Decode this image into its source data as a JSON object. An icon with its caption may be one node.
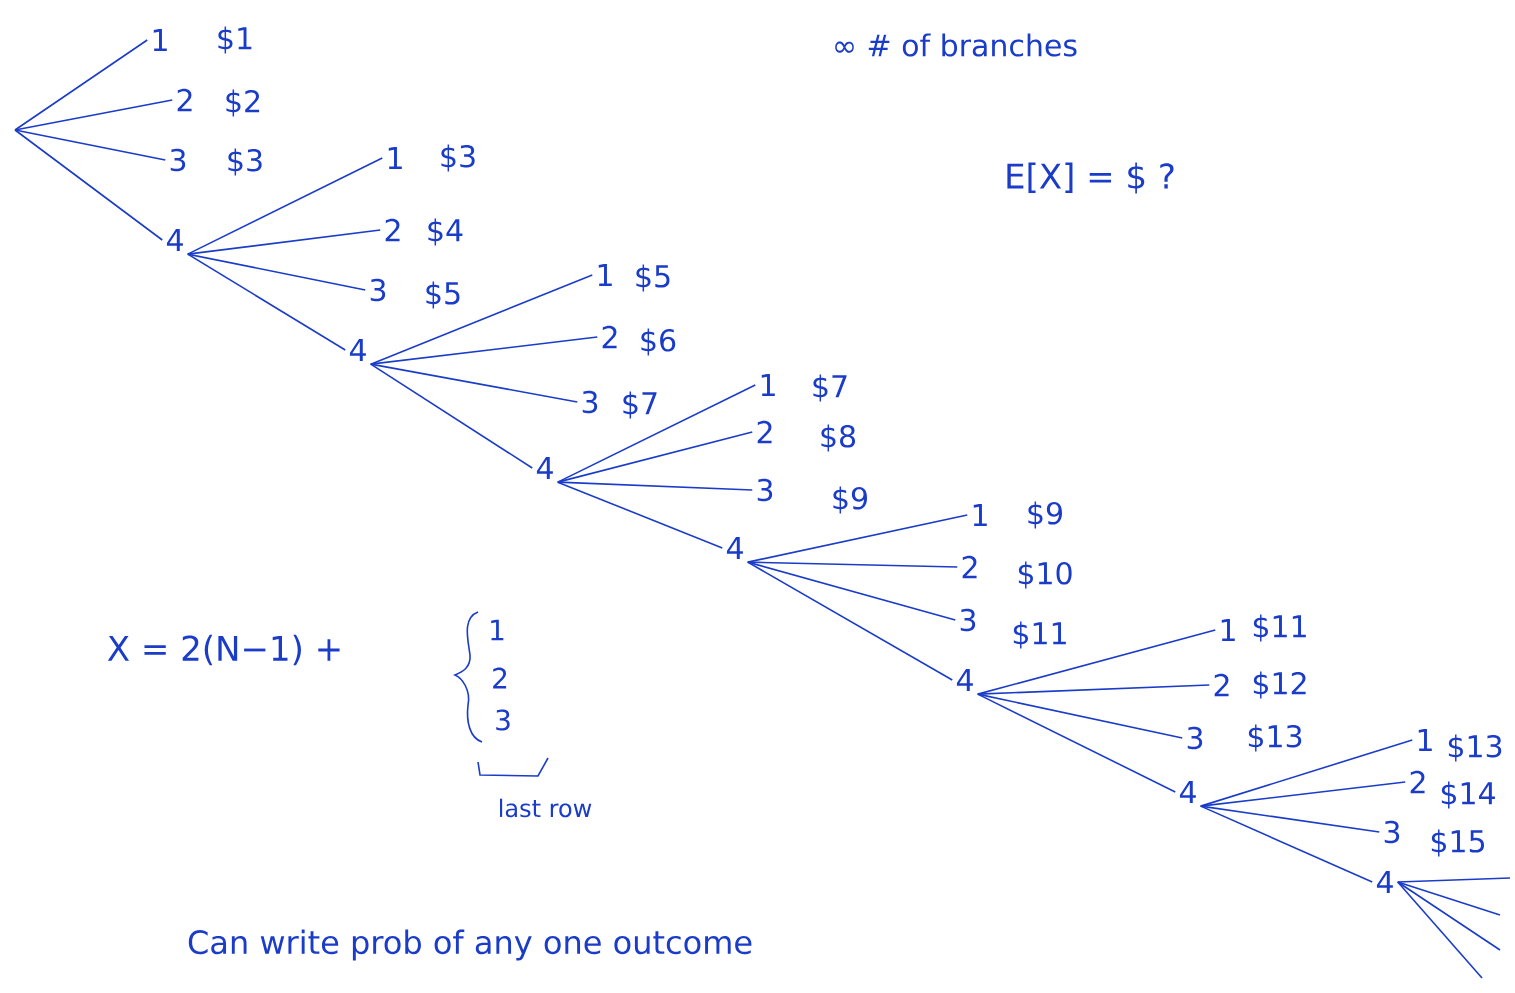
{
  "diagram": {
    "nodes": [
      {
        "text": [
          "1"
        ],
        "beside": [
          "$1"
        ]
      },
      {
        "text": [
          "2"
        ],
        "beside": [
          "$2"
        ]
      },
      {
        "text": [
          "3"
        ],
        "beside": [
          "$3"
        ]
      },
      {
        "text": [
          "4"
        ]
      },
      {
        "text": [
          "1"
        ],
        "beside": [
          "$3"
        ]
      },
      {
        "text": [
          "2"
        ],
        "beside": [
          "$4"
        ]
      },
      {
        "text": [
          "3"
        ],
        "beside": [
          "$5"
        ]
      },
      {
        "text": [
          "4"
        ]
      },
      {
        "text": [
          "1"
        ],
        "beside": [
          "$5"
        ]
      },
      {
        "text": [
          "2"
        ],
        "beside": [
          "$6"
        ]
      },
      {
        "text": [
          "3"
        ],
        "beside": [
          "$7"
        ]
      },
      {
        "text": [
          "4"
        ]
      },
      {
        "text": [
          "1"
        ],
        "beside": [
          "$7"
        ]
      },
      {
        "text": [
          "2"
        ],
        "beside": [
          "$8"
        ]
      },
      {
        "text": [
          "3"
        ],
        "beside": [
          "$9"
        ]
      },
      {
        "text": [
          "4"
        ]
      },
      {
        "text": [
          "1"
        ],
        "beside": [
          "$9"
        ]
      },
      {
        "text": [
          "2"
        ],
        "beside": [
          "$10"
        ]
      },
      {
        "text": [
          "3"
        ],
        "beside": [
          "$11"
        ]
      },
      {
        "text": [
          "4"
        ]
      },
      {
        "text": [
          "1"
        ],
        "beside": [
          "$11"
        ]
      },
      {
        "text": [
          "2"
        ],
        "beside": [
          "$12"
        ]
      },
      {
        "text": [
          "3"
        ],
        "beside": [
          "$13"
        ]
      },
      {
        "text": [
          "4"
        ]
      },
      {
        "text": [
          "1"
        ],
        "beside": [
          "$13"
        ]
      },
      {
        "text": [
          "2"
        ],
        "beside": [
          "$14"
        ]
      },
      {
        "text": [
          "3"
        ],
        "beside": [
          "$15"
        ]
      },
      {
        "text": [
          "4"
        ]
      }
    ],
    "edges": [
      {
        "from": null,
        "to": 0,
        "arrow": "none"
      },
      {
        "from": null,
        "to": 1,
        "arrow": "none"
      },
      {
        "from": null,
        "to": 2,
        "arrow": "none"
      },
      {
        "from": null,
        "to": 3,
        "arrow": "none"
      },
      {
        "from": 3,
        "to": 4,
        "arrow": "none"
      },
      {
        "from": 3,
        "to": 5,
        "arrow": "none"
      },
      {
        "from": 3,
        "to": 6,
        "arrow": "none"
      },
      {
        "from": 3,
        "to": 7,
        "arrow": "none"
      },
      {
        "from": 7,
        "to": 8,
        "arrow": "none"
      },
      {
        "from": 7,
        "to": 9,
        "arrow": "none"
      },
      {
        "from": 7,
        "to": 10,
        "arrow": "none"
      },
      {
        "from": 7,
        "to": 11,
        "arrow": "none"
      },
      {
        "from": 11,
        "to": 12,
        "arrow": "none"
      },
      {
        "from": 11,
        "to": 13,
        "arrow": "none"
      },
      {
        "from": 11,
        "to": 14,
        "arrow": "none"
      },
      {
        "from": 11,
        "to": 15,
        "arrow": "none"
      },
      {
        "from": 15,
        "to": 16,
        "arrow": "none"
      },
      {
        "from": 15,
        "to": 17,
        "arrow": "none"
      },
      {
        "from": 15,
        "to": 18,
        "arrow": "none"
      },
      {
        "from": 15,
        "to": 19,
        "arrow": "none"
      },
      {
        "from": 19,
        "to": 20,
        "arrow": "none"
      },
      {
        "from": 19,
        "to": 21,
        "arrow": "none"
      },
      {
        "from": 19,
        "to": 22,
        "arrow": "none"
      },
      {
        "from": 19,
        "to": 23,
        "arrow": "none"
      },
      {
        "from": 23,
        "to": 24,
        "arrow": "none"
      },
      {
        "from": 23,
        "to": 25,
        "arrow": "none"
      },
      {
        "from": 23,
        "to": 26,
        "arrow": "none"
      },
      {
        "from": 23,
        "to": 27,
        "arrow": "none"
      },
      {
        "from": 27,
        "to": null,
        "arrow": "none"
      },
      {
        "from": 27,
        "to": null,
        "arrow": "none"
      },
      {
        "from": 27,
        "to": null,
        "arrow": "none"
      },
      {
        "from": 27,
        "to": null,
        "arrow": "none"
      }
    ],
    "labels": [
      "∞ # of branches",
      "E[X] = $ ?",
      "X = 2(N−1) +",
      "1",
      "2",
      "3",
      "last row",
      "Can write prob of any one outcome"
    ]
  }
}
